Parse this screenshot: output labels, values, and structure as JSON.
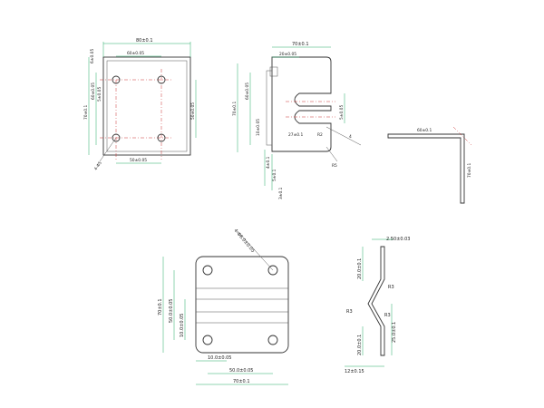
{
  "view1": {
    "top_width": "80±0.1",
    "hole_pitch": "60±0.05",
    "top_small": "6±0.05",
    "left_outer": "70±0.1",
    "left_mid": "60±0.05",
    "left_inner": "5±0.05",
    "right_depth": "50±0.05",
    "bottom_pitch": "50±0.05",
    "hole_note": "4-Φ5"
  },
  "view2": {
    "top_width": "70±0.1",
    "slot_offset": "20±0.05",
    "left_h": "70±0.1",
    "left_h2": "60±0.05",
    "right_a": "5±0.05",
    "right_b": "4",
    "slot_w": "10±0.05",
    "slot_d": "27±0.1",
    "slot_note": "R2",
    "b1": "4±0.1",
    "b2": "5±0.1",
    "b3": "3±0.1",
    "corner_note": "R5"
  },
  "view3": {
    "label_a": "60±0.1",
    "label_b": "70±0.1"
  },
  "view4": {
    "hole_note": "4-Φ6.0±0.05",
    "height": "70±0.1",
    "inner_h": "50.0±0.05",
    "inner_h2": "10.0±0.05",
    "left_off": "10.0±0.05",
    "pitch": "50.0±0.05",
    "width": "70±0.1"
  },
  "view5": {
    "thickness": "2.50±0.03",
    "top_seg": "20.0±0.1",
    "r_top": "R3",
    "r_mid": "R3",
    "r_bot": "R3",
    "lower_h": "25.0±0.1",
    "bottom_seg": "20.0±0.1",
    "bottom_w": "12±0.15"
  }
}
